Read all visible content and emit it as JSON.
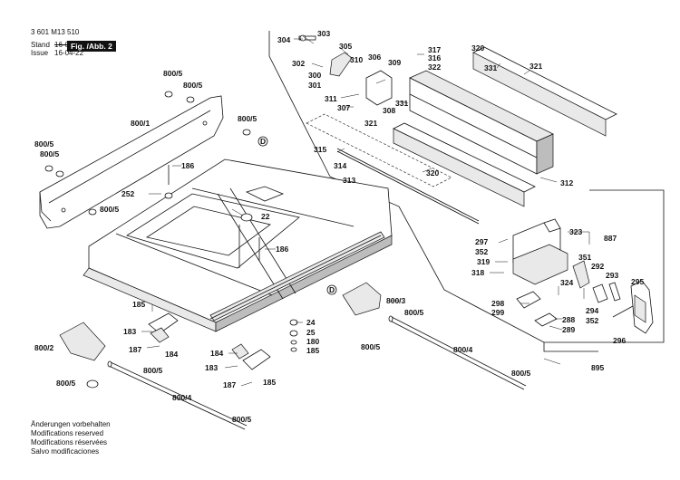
{
  "header": {
    "doc_number": "3 601 M13 510",
    "stand_label": "Stand",
    "stand_date": "16-02-15",
    "issue_label": "Issue",
    "issue_date": "16-04-22",
    "figure_tag": "Fig. /Abb. 2"
  },
  "notes": [
    "Änderungen vorbehalten",
    "Modifications reserved",
    "Modifications réservées",
    "Salvo modificaciones"
  ],
  "callouts": {
    "c304": "304",
    "c303": "303",
    "c305": "305",
    "c302": "302",
    "c306": "306",
    "c310": "310",
    "c309": "309",
    "c317": "317",
    "c316": "316",
    "c322": "322",
    "c320a": "320",
    "c331a": "331",
    "c321a": "321",
    "c300": "300",
    "c301": "301",
    "c311": "311",
    "c307": "307",
    "c308": "308",
    "c331b": "331",
    "c321b": "321",
    "c315": "315",
    "c314": "314",
    "c313": "313",
    "c320b": "320",
    "c312": "312",
    "c800_5a": "800/5",
    "c800_5b": "800/5",
    "c800_1": "800/1",
    "c800_5c": "800/5",
    "d1": "D",
    "c800_5d": "800/5",
    "c800_5e": "800/5",
    "c186a": "186",
    "c252": "252",
    "c800_5f": "800/5",
    "c22": "22",
    "c186b": "186",
    "c323": "323",
    "c887": "887",
    "c297": "297",
    "c352a": "352",
    "c319": "319",
    "c318": "318",
    "c351": "351",
    "c292": "292",
    "c293": "293",
    "c295": "295",
    "c324": "324",
    "c294": "294",
    "c352b": "352",
    "c298": "298",
    "c299": "299",
    "c288": "288",
    "c289": "289",
    "c296": "296",
    "d2": "D",
    "c800_3": "800/3",
    "c800_5g": "800/5",
    "c185a": "185",
    "c183a": "183",
    "c184a": "184",
    "c187a": "187",
    "c24": "24",
    "c25": "25",
    "c180": "180",
    "c185b": "185",
    "c184b": "184",
    "c183b": "183",
    "c187b": "187",
    "c185c": "185",
    "c800_5h": "800/5",
    "c800_4a": "800/4",
    "c800_2": "800/2",
    "c800_5i": "800/5",
    "c800_5j": "800/5",
    "c800_4b": "800/4",
    "c800_5k": "800/5",
    "c800_5l": "800/5",
    "c895": "895"
  }
}
